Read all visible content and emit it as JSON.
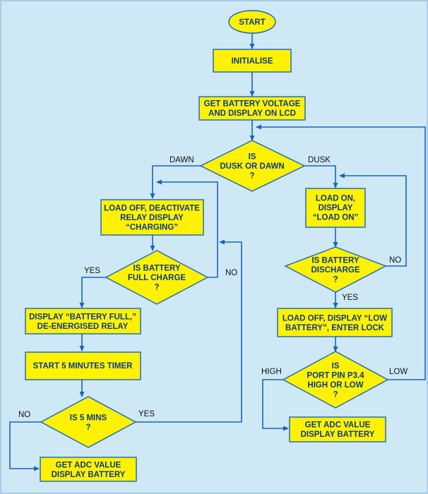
{
  "nodes": {
    "start": [
      "START"
    ],
    "initialise": [
      "INITIALISE"
    ],
    "get_voltage": [
      "GET BATTERY VOLTAGE",
      "AND DISPLAY ON LCD"
    ],
    "dusk_dawn": [
      "IS",
      "DUSK OR DAWN",
      "?"
    ],
    "load_off_charging": [
      "LOAD OFF, DEACTIVATE",
      "RELAY DISPLAY",
      "“CHARGING”"
    ],
    "battery_full": [
      "IS BATTERY",
      "FULL CHARGE",
      "?"
    ],
    "display_full": [
      "DISPLAY “BATTERY FULL,”",
      "DE-ENERGISED RELAY"
    ],
    "start_timer": [
      "START 5 MINUTES TIMER"
    ],
    "five_mins": [
      "IS 5 MINS",
      "?"
    ],
    "adc_left": [
      "GET ADC VALUE",
      "DISPLAY BATTERY"
    ],
    "load_on": [
      "LOAD ON,",
      "DISPLAY",
      "“LOAD ON”"
    ],
    "discharge": [
      "IS BATTERY",
      "DISCHARGE",
      "?"
    ],
    "low_battery": [
      "LOAD OFF, DISPLAY “LOW",
      "BATTERY”, ENTER LOCK"
    ],
    "port_pin": [
      "IS",
      "PORT PIN P3.4",
      "HIGH OR LOW",
      "?"
    ],
    "adc_right": [
      "GET ADC VALUE",
      "DISPLAY BATTERY"
    ]
  },
  "edge_labels": {
    "dawn": "DAWN",
    "dusk": "DUSK",
    "yes_full": "YES",
    "no_full": "NO",
    "no_five": "NO",
    "yes_five": "YES",
    "no_discharge": "NO",
    "yes_discharge": "YES",
    "high": "HIGH",
    "low": "LOW"
  },
  "colors": {
    "background": "#cfe8f5",
    "node_fill": "#fff200",
    "line": "#1565c0",
    "node_text": "#0d3a8c"
  }
}
